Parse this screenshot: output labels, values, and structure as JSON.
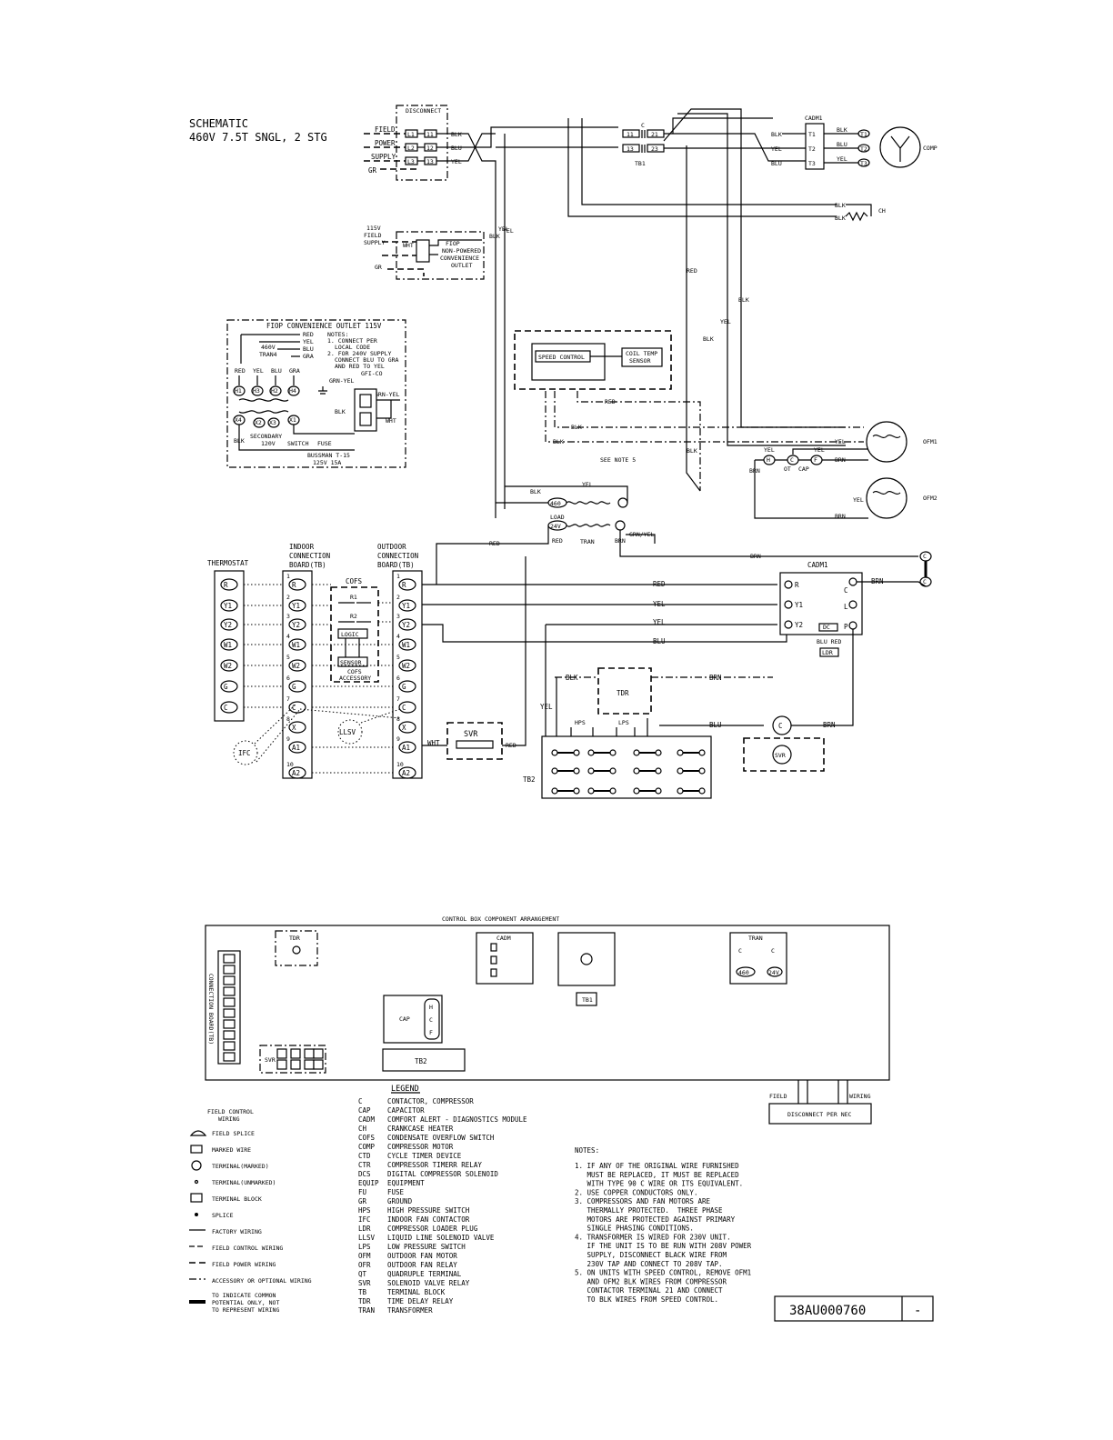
{
  "title": {
    "line1": "SCHEMATIC",
    "line2": "460V 7.5T SNGL, 2 STG"
  },
  "power": {
    "disconnect": "DISCONNECT",
    "field_labels": [
      "FIELD",
      "POWER",
      "SUPPLY",
      "GR"
    ],
    "terminals": [
      "L1",
      "L2",
      "L3"
    ],
    "terms_right": [
      "11",
      "12",
      "13"
    ],
    "wire_colors": [
      "BLK",
      "BLU",
      "YEL"
    ],
    "contactor": "C",
    "contactor_terms": [
      "11",
      "13",
      "21",
      "23"
    ],
    "tb1": "TB1",
    "cadm1": "CADM1",
    "cadm_terms": [
      "T1",
      "T2",
      "T3"
    ],
    "comp_terms": [
      "T1",
      "T2",
      "T3"
    ],
    "comp": "COMP",
    "ch": "CH"
  },
  "outlet": {
    "supply": [
      "115V",
      "FIELD",
      "SUPPLY"
    ],
    "gr": "GR",
    "wht": "WHT",
    "fiop": [
      "FIOP",
      "NON-POWERED",
      "CONVENIENCE",
      "OUTLET"
    ]
  },
  "fiop": {
    "title": "FIOP CONVENIENCE OUTLET 115V",
    "notes": [
      "NOTES:",
      "1. CONNECT PER",
      "LOCAL CODE",
      "2. FOR 240V SUPPLY",
      "CONNECT BLU TO GRA",
      "AND RED TO YEL"
    ],
    "wires_top": [
      "RED",
      "YEL",
      "BLU",
      "GRA"
    ],
    "tran": [
      "460V",
      "TRAN4"
    ],
    "h_labels": [
      "H1",
      "H3",
      "H2",
      "H4"
    ],
    "x_labels": [
      "X4",
      "X2",
      "X3",
      "X1"
    ],
    "cols": [
      "RED",
      "YEL",
      "BLU",
      "GRA"
    ],
    "gfi": "GFI-CO",
    "grn_yel": "GRN-YEL",
    "blk": "BLK",
    "wht": "WHT",
    "secondary": [
      "SECONDARY",
      "120V"
    ],
    "switch": "SWITCH",
    "fuse": "FUSE",
    "bussman": [
      "BUSSMAN T-15",
      "125V 15A"
    ]
  },
  "fan": {
    "speed_control": "SPEED CONTROL",
    "coil_temp": [
      "COIL TEMP",
      "SENSOR"
    ],
    "see_note": "SEE NOTE 5",
    "ofm1": "OFM1",
    "ofm2": "OFM2",
    "ot": "OT",
    "cap": "CAP",
    "cap_terms": [
      "H",
      "C",
      "F"
    ]
  },
  "wire_labels": {
    "blk": "BLK",
    "yel": "YEL",
    "red": "RED",
    "blu": "BLU",
    "brn": "BRN",
    "wht": "WHT",
    "grn_yel": "GRN/YEL"
  },
  "transformer": {
    "v460": "460",
    "load": "LOAD",
    "v24": "24V",
    "tran": "TRAN"
  },
  "control": {
    "thermostat": "THERMOSTAT",
    "indoor": [
      "INDOOR",
      "CONNECTION",
      "BOARD(TB)"
    ],
    "outdoor": [
      "OUTDOOR",
      "CONNECTION",
      "BOARD(TB)"
    ],
    "therm_terms": [
      "R",
      "Y1",
      "Y2",
      "W1",
      "W2",
      "G",
      "C"
    ],
    "board_terms": [
      "R",
      "Y1",
      "Y2",
      "W1",
      "W2",
      "G",
      "C",
      "X",
      "A1",
      "A2"
    ],
    "cofs": "COFS",
    "cofs_parts": [
      "R1",
      "R2",
      "LOGIC",
      "SENSOR",
      "COFS",
      "ACCESSORY"
    ],
    "ifc": "IFC",
    "llsv": "LLSV",
    "svr": "SVR",
    "cadm1": "CADM1",
    "cadm_terms": [
      "R",
      "Y1",
      "Y2",
      "C",
      "L",
      "P",
      "DC"
    ],
    "blu_red": "BLU RED",
    "ldr": "LDR",
    "tdr": "TDR",
    "hps": "HPS",
    "lps": "LPS",
    "tb2": "TB2",
    "c": "C"
  },
  "box": {
    "title": "CONTROL BOX COMPONENT ARRANGEMENT",
    "tdr": "TDR",
    "cadm": "CADM",
    "cap": "CAP",
    "cap_terms": [
      "H",
      "C",
      "F"
    ],
    "tb1": "TB1",
    "tran": "TRAN",
    "tran_terms": [
      "C",
      "C",
      "460",
      "24V"
    ],
    "tb2": "TB2",
    "svr": "SVR",
    "board": "CONNECTION BOARD(TB)",
    "field": "FIELD",
    "wiring": "WIRING",
    "disconnect": "DISCONNECT PER NEC"
  },
  "legend": {
    "heading": "LEGEND",
    "items": [
      [
        "C",
        "CONTACTOR, COMPRESSOR"
      ],
      [
        "CAP",
        "CAPACITOR"
      ],
      [
        "CADM",
        "COMFORT ALERT - DIAGNOSTICS MODULE"
      ],
      [
        "CH",
        "CRANKCASE HEATER"
      ],
      [
        "COFS",
        "CONDENSATE OVERFLOW SWITCH"
      ],
      [
        "COMP",
        "COMPRESSOR MOTOR"
      ],
      [
        "CTD",
        "CYCLE TIMER DEVICE"
      ],
      [
        "CTR",
        "COMPRESSOR TIMERR RELAY"
      ],
      [
        "DCS",
        "DIGITAL COMPRESSOR SOLENOID"
      ],
      [
        "EQUIP",
        "EQUIPMENT"
      ],
      [
        "FU",
        "FUSE"
      ],
      [
        "GR",
        "GROUND"
      ],
      [
        "HPS",
        "HIGH PRESSURE SWITCH"
      ],
      [
        "IFC",
        "INDOOR FAN CONTACTOR"
      ],
      [
        "LDR",
        "COMPRESSOR LOADER PLUG"
      ],
      [
        "LLSV",
        "LIQUID LINE SOLENOID VALVE"
      ],
      [
        "LPS",
        "LOW PRESSURE SWITCH"
      ],
      [
        "OFM",
        "OUTDOOR FAN MOTOR"
      ],
      [
        "OFR",
        "OUTDOOR FAN RELAY"
      ],
      [
        "QT",
        "QUADRUPLE TERMINAL"
      ],
      [
        "SVR",
        "SOLENOID VALVE RELAY"
      ],
      [
        "TB",
        "TERMINAL BLOCK"
      ],
      [
        "TDR",
        "TIME DELAY RELAY"
      ],
      [
        "TRAN",
        "TRANSFORMER"
      ]
    ]
  },
  "symbols": {
    "field_control": [
      "FIELD CONTROL",
      "WIRING"
    ],
    "items": [
      "FIELD SPLICE",
      "MARKED WIRE",
      "TERMINAL(MARKED)",
      "TERMINAL(UNMARKED)",
      "TERMINAL BLOCK",
      "SPLICE",
      "FACTORY WIRING",
      "FIELD CONTROL WIRING",
      "FIELD POWER WIRING",
      "ACCESSORY OR OPTIONAL WIRING"
    ],
    "common": [
      "TO INDICATE COMMON",
      "POTENTIAL ONLY, NOT",
      "TO REPRESENT WIRING"
    ]
  },
  "notes": {
    "heading": "NOTES:",
    "lines": [
      "1. IF ANY OF THE ORIGINAL WIRE FURNISHED",
      "   MUST BE REPLACED, IT MUST BE REPLACED",
      "   WITH TYPE 90 C WIRE OR ITS EQUIVALENT.",
      "2. USE COPPER CONDUCTORS ONLY.",
      "3. COMPRESSORS AND FAN MOTORS ARE",
      "   THERMALLY PROTECTED.  THREE PHASE",
      "   MOTORS ARE PROTECTED AGAINST PRIMARY",
      "   SINGLE PHASING CONDITIONS.",
      "4. TRANSFORMER IS WIRED FOR 230V UNIT.",
      "   IF THE UNIT IS TO BE RUN WITH 208V POWER",
      "   SUPPLY, DISCONNECT BLACK WIRE FROM",
      "   230V TAP AND CONNECT TO 208V TAP.",
      "5. ON UNITS WITH SPEED CONTROL, REMOVE OFM1",
      "   AND OFM2 BLK WIRES FROM COMPRESSOR",
      "   CONTACTOR TERMINAL 21 AND CONNECT",
      "   TO BLK WIRES FROM SPEED CONTROL."
    ]
  },
  "drawing_number": "38AU000760",
  "revision": "-"
}
